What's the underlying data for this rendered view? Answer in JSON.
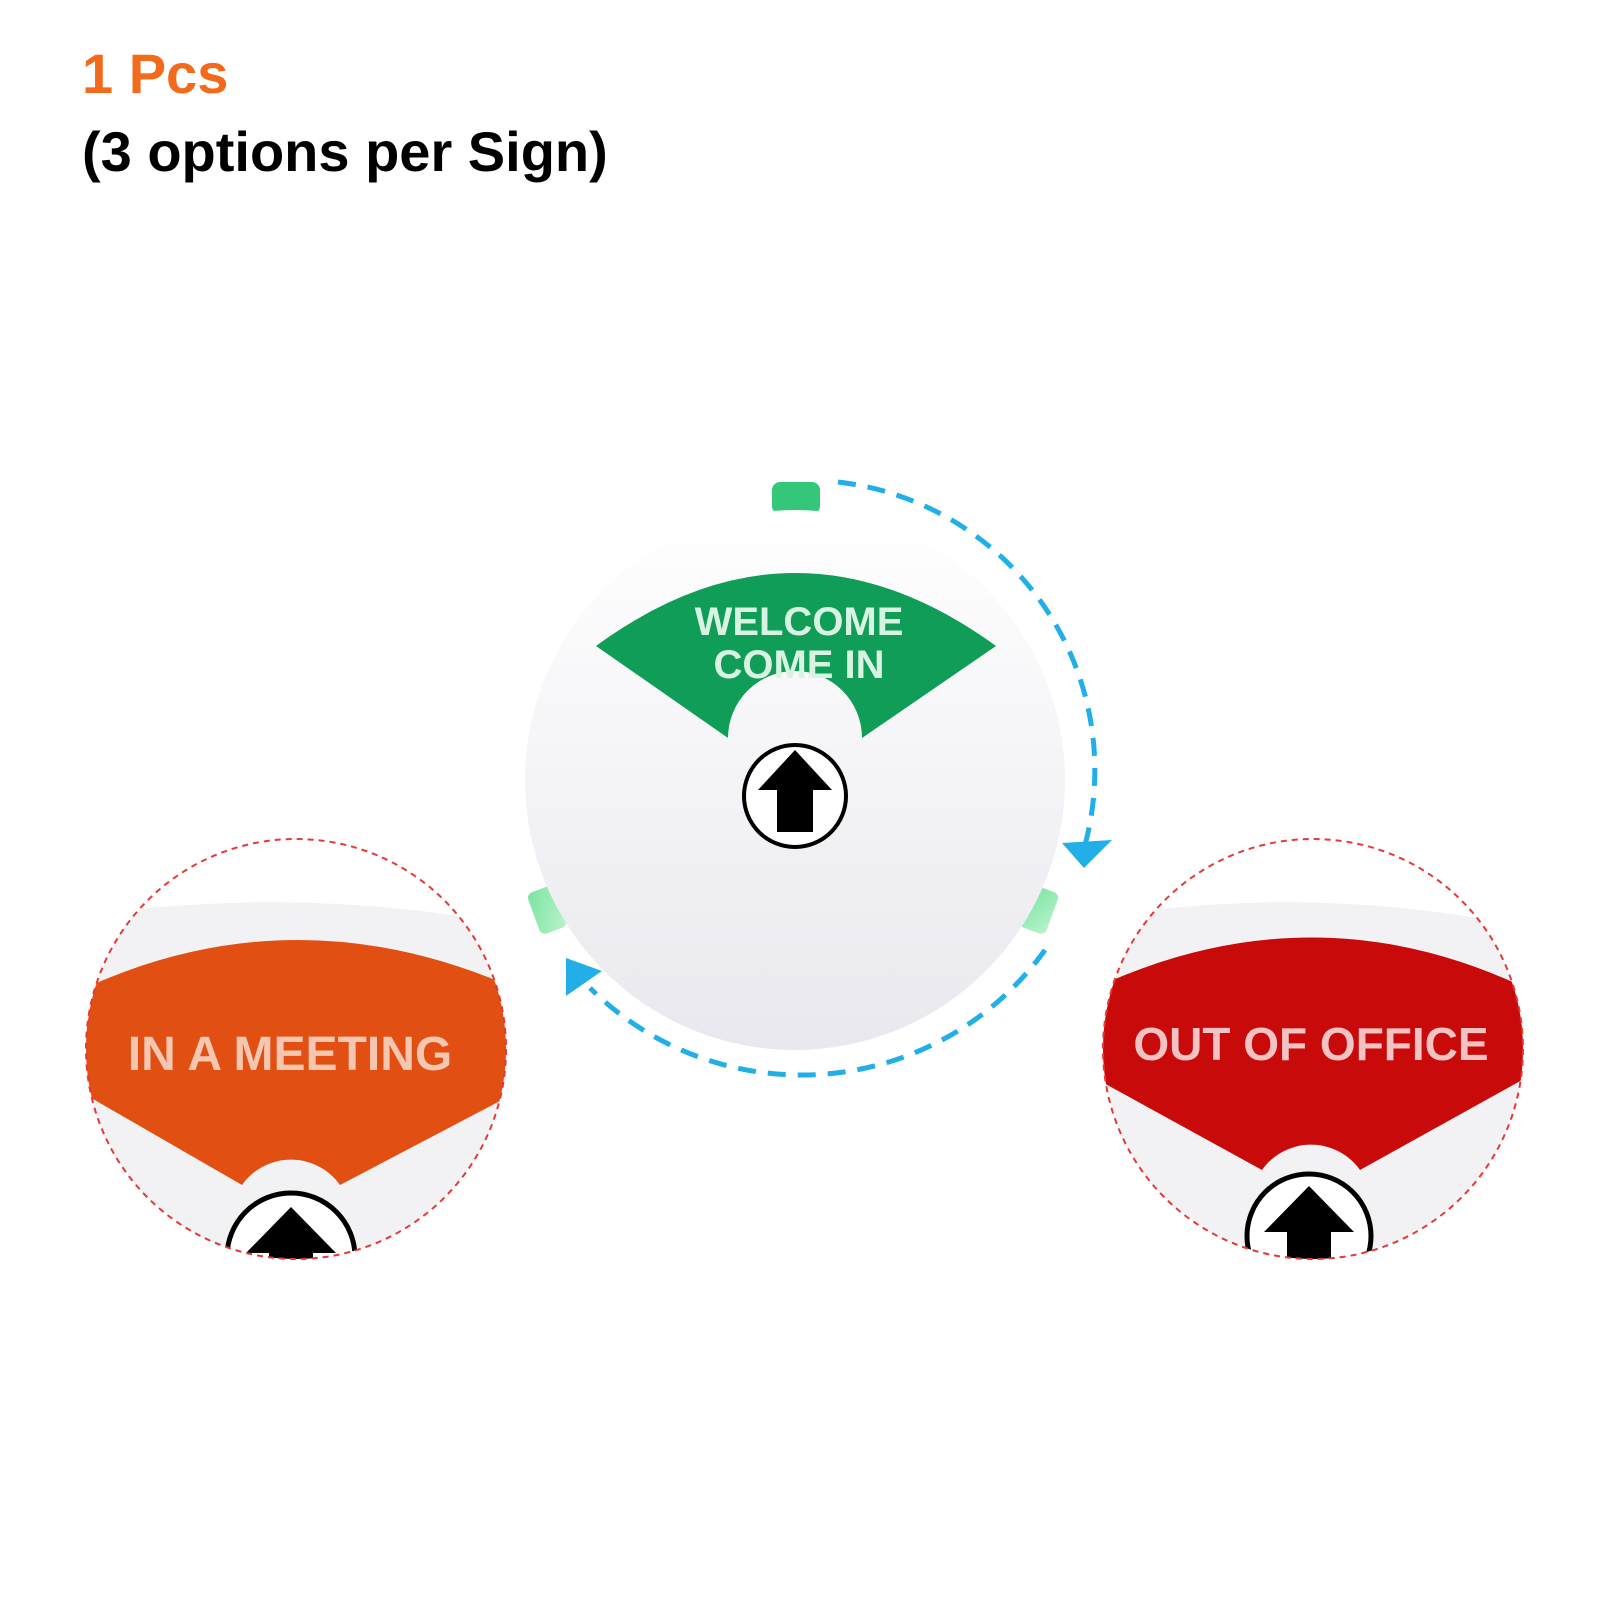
{
  "header": {
    "quantity": "1 Pcs",
    "options_note": "(3 options per Sign)"
  },
  "signs": {
    "center": {
      "line1": "WELCOME",
      "line2": "COME IN"
    },
    "left": {
      "label": "IN A MEETING"
    },
    "right": {
      "label": "OUT OF OFFICE"
    }
  },
  "colors": {
    "headline": "#f26a1b",
    "welcome": "#0f9d58",
    "meeting": "#e14f12",
    "office": "#c80a0a",
    "rotation_arrow": "#22aee6",
    "zoom_outline": "#e53935"
  },
  "icons": {
    "center_arrow": "up-arrow-icon",
    "rotation": "rotation-arrow-icon"
  }
}
